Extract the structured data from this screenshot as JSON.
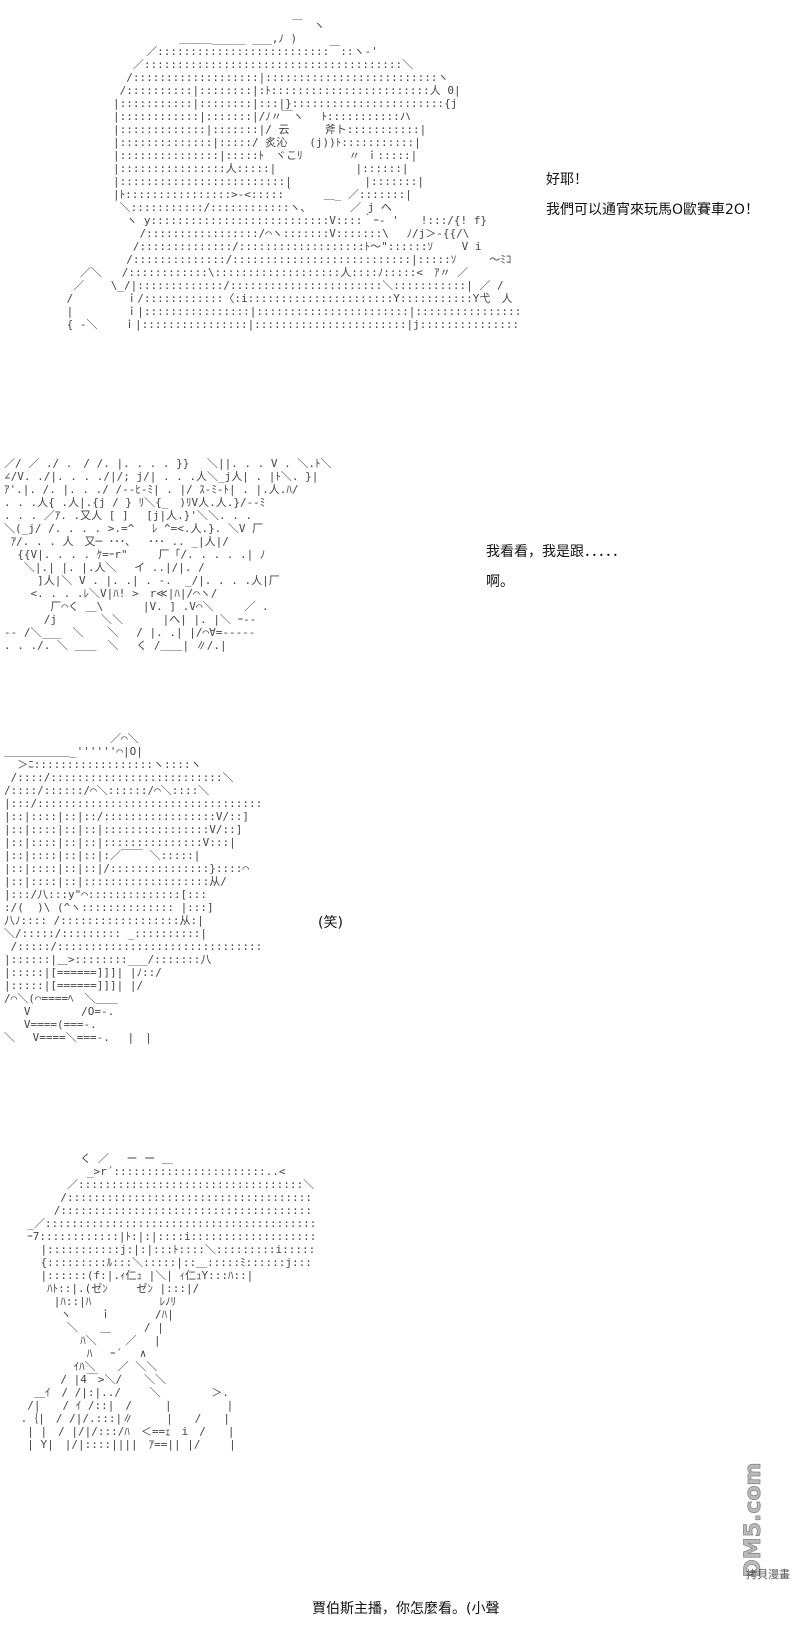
{
  "panels": [
    {
      "id": "panel-1",
      "lines": [
        "好耶！",
        "我們可以通宵來玩馬O歐賽車2O！"
      ]
    },
    {
      "id": "panel-2",
      "lines": [
        "我看看，我是跟．．．．．",
        "啊。"
      ]
    },
    {
      "id": "panel-3",
      "lines": [
        "(笑)"
      ]
    },
    {
      "id": "panel-4",
      "lines": [
        "賈伯斯主播，你怎麼看。(小聲"
      ]
    }
  ],
  "watermark": {
    "logo_text": "DM5.com",
    "site_text": "拷貝漫畫"
  },
  "colors": {
    "background": "#ffffff",
    "text": "#111111",
    "art": "#444444"
  }
}
